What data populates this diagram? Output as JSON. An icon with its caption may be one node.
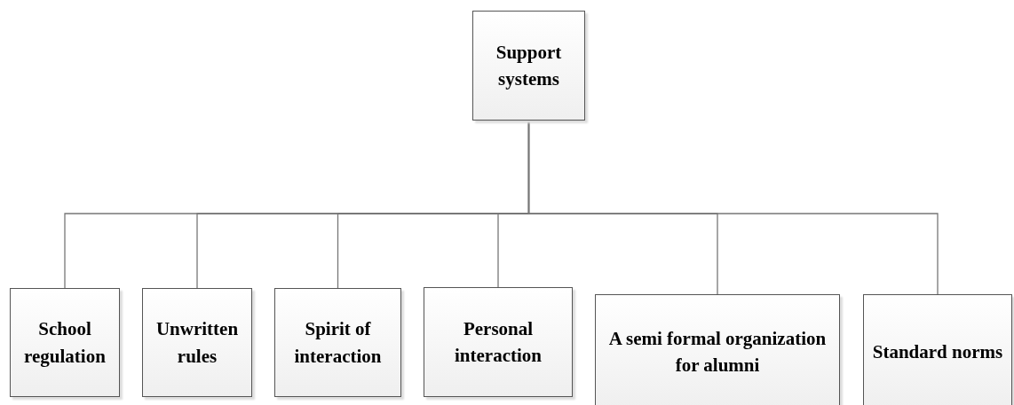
{
  "diagram": {
    "nodes": [
      {
        "text": [
          "Support systems"
        ]
      },
      {
        "text": [
          "School regulation"
        ]
      },
      {
        "text": [
          "Unwritten rules"
        ]
      },
      {
        "text": [
          "Spirit of interaction"
        ]
      },
      {
        "text": [
          "Personal interaction"
        ]
      },
      {
        "text": [
          "A semi formal organization for alumni"
        ]
      },
      {
        "text": [
          "Standard norms"
        ]
      }
    ],
    "edges": [
      {
        "from": 0,
        "to": 1,
        "arrow": "none"
      },
      {
        "from": 0,
        "to": 2,
        "arrow": "none"
      },
      {
        "from": 0,
        "to": 3,
        "arrow": "none"
      },
      {
        "from": 0,
        "to": 4,
        "arrow": "none"
      },
      {
        "from": 0,
        "to": 5,
        "arrow": "none"
      },
      {
        "from": 0,
        "to": 6,
        "arrow": "none"
      }
    ]
  }
}
